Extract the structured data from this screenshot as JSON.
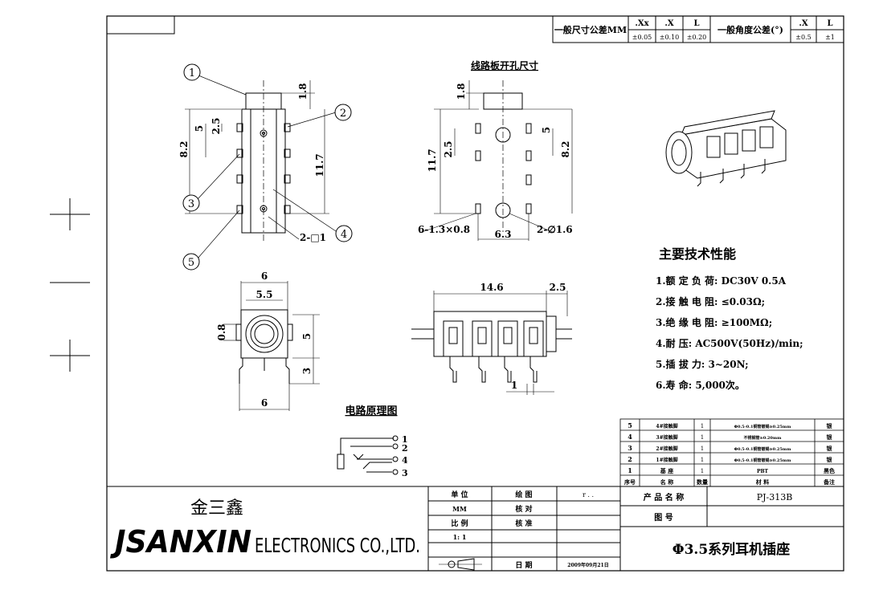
{
  "tolerance": {
    "label_mm": "一般尺寸公差MM",
    "h_xx": ".Xx",
    "h_x": ".X",
    "h_l": "L",
    "v_xx": "±0.05",
    "v_x": "±0.10",
    "v_l": "±0.20",
    "angle_label": "一般角度公差(°)",
    "ah_x": ".X",
    "ah_l": "L",
    "av_x": "±0.5",
    "av_l": "±1"
  },
  "balloons": [
    "1",
    "2",
    "3",
    "4",
    "5"
  ],
  "dims_left": {
    "d18": "1.8",
    "d25": "2.5",
    "d5": "5",
    "d82": "8.2",
    "d117": "11.7",
    "sq": "2-□1"
  },
  "pcb": {
    "title": "线路板开孔尺寸",
    "d18": "1.8",
    "d117": "11.7",
    "d25": "2.5",
    "d5": "5",
    "d82": "8.2",
    "slot": "6-1.3×0.8",
    "hole": "2-∅1.6",
    "w63": "6.3"
  },
  "front": {
    "w6": "6",
    "w55": "5.5",
    "h08": "0.8",
    "h5": "5",
    "h3": "3",
    "bw6": "6"
  },
  "side": {
    "w146": "14.6",
    "w25": "2.5",
    "p1": "1"
  },
  "specs": {
    "title": "主要技术性能",
    "items": [
      "1.额 定 负 荷: DC30V 0.5A",
      "2.接 触 电 阻: ≤0.03Ω;",
      "3.绝 缘 电 阻: ≥100MΩ;",
      "4.耐       压: AC500V(50Hz)/min;",
      "5.插  拔   力: 3~20N;",
      "6.寿       命: 5,000次。"
    ]
  },
  "circuit": {
    "title": "电路原理图",
    "pins": [
      "1",
      "2",
      "4",
      "3"
    ]
  },
  "bom": {
    "rows": [
      [
        "5",
        "4#接触脚",
        "1",
        "Φ0.5-0.1铜管镀锡≥0.25mm",
        "银"
      ],
      [
        "4",
        "3#接触脚",
        "1",
        "不锈钢管≥0.20mm",
        "银"
      ],
      [
        "3",
        "2#接触脚",
        "1",
        "Φ0.5-0.1铜管镀锡≥0.25mm",
        "银"
      ],
      [
        "2",
        "1#接触脚",
        "1",
        "Φ0.5-0.1铜管镀锡≥0.25mm",
        "银"
      ],
      [
        "1",
        "基   座",
        "1",
        "PBT",
        "黑色"
      ]
    ],
    "header": [
      "序号",
      "名  称",
      "数量",
      "材    料",
      "备注"
    ]
  },
  "title_block": {
    "company_cn": "金三鑫",
    "brand": "JSANXIN",
    "company_en": "ELECTRONICS CO.,LTD.",
    "unit_label": "单   位",
    "unit_value": "MM",
    "scale_label": "比   例",
    "scale_value": "1: 1",
    "draw_label": "绘   图",
    "draw_value": "r . .",
    "check_label": "核   对",
    "approve_label": "核   准",
    "date_label": "日   期",
    "date_value": "2009年09月21日",
    "product_label": "产 品 名 称",
    "product_value": "PJ-313B",
    "drawing_label": "图     号",
    "product_title": "Φ3.5系列耳机插座"
  }
}
